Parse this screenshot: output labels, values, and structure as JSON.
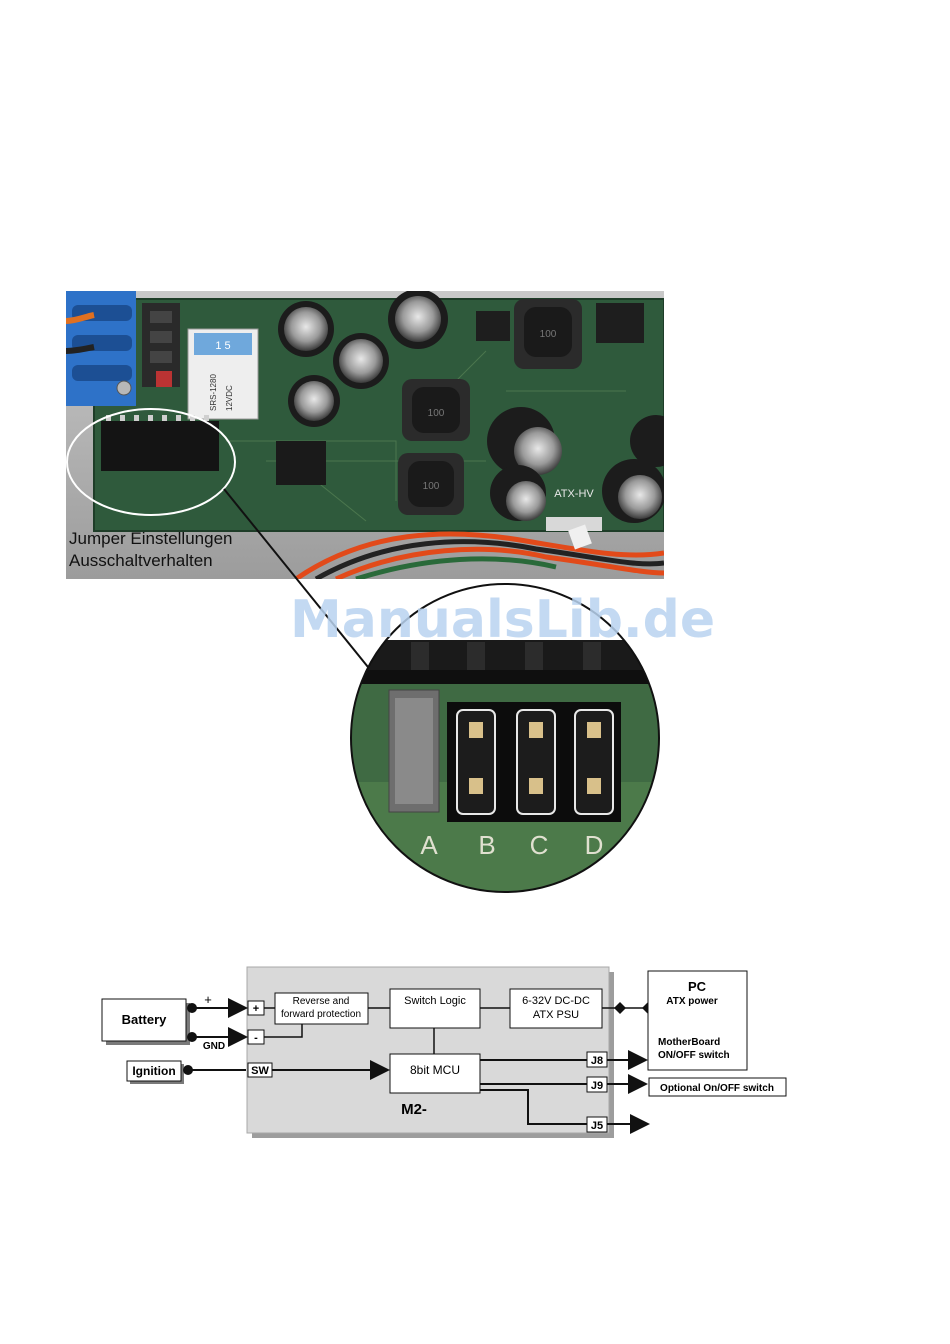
{
  "photo": {
    "caption_line1": "Jumper Einstellungen",
    "caption_line2": "Ausschaltverhalten",
    "board_label": "ATX-HV",
    "inductor_marks": [
      "100",
      "100",
      "100"
    ],
    "relay_marks": [
      "SRS-1280",
      "12VDC"
    ]
  },
  "zoom": {
    "jumper_labels": [
      "A",
      "B",
      "C",
      "D"
    ]
  },
  "watermark": "ManualsLib.de",
  "diagram": {
    "battery": "Battery",
    "plus_sign": "+",
    "gnd": "GND",
    "ignition": "Ignition",
    "pin_plus": "+",
    "pin_minus": "-",
    "pin_sw": "SW",
    "reverse_line1": "Reverse and",
    "reverse_line2": "forward protection",
    "switch_logic": "Switch Logic",
    "dcdc_line1": "6-32V DC-DC",
    "dcdc_line2": "ATX PSU",
    "mcu": "8bit MCU",
    "module_name": "M2-",
    "j8": "J8",
    "j9": "J9",
    "j5": "J5",
    "pc_title": "PC",
    "pc_atx": "ATX power",
    "pc_mb_line1": "MotherBoard",
    "pc_mb_line2": "ON/OFF switch",
    "optional_switch": "Optional On/OFF switch"
  },
  "colors": {
    "pcb_green": "#2f5a3c",
    "capacitor_black": "#1c1c1c",
    "connector_blue": "#2e72c8",
    "module_fill": "#d9d9d9",
    "watermark": "#b9d3f0"
  }
}
